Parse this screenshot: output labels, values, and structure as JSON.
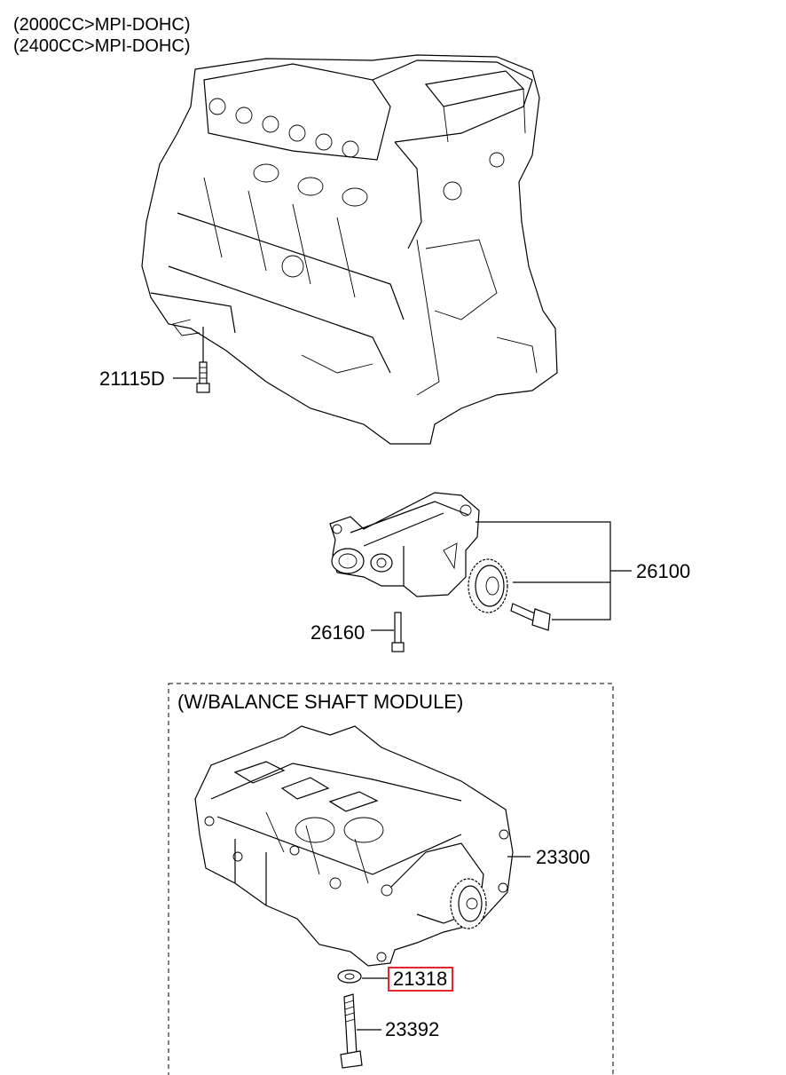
{
  "notes": [
    "(2000CC>MPI-DOHC)",
    "(2400CC>MPI-DOHC)"
  ],
  "labels": {
    "bolt_mount": "21115D",
    "oil_pump": "26100",
    "pump_bolt": "26160",
    "balance_module": "23300",
    "washer": "21318",
    "module_bolt": "23392"
  },
  "frame_title": "(W/BALANCE SHAFT MODULE)",
  "colors": {
    "highlight": "#e8242a",
    "line": "#000000"
  },
  "highlighted_part": "21318"
}
